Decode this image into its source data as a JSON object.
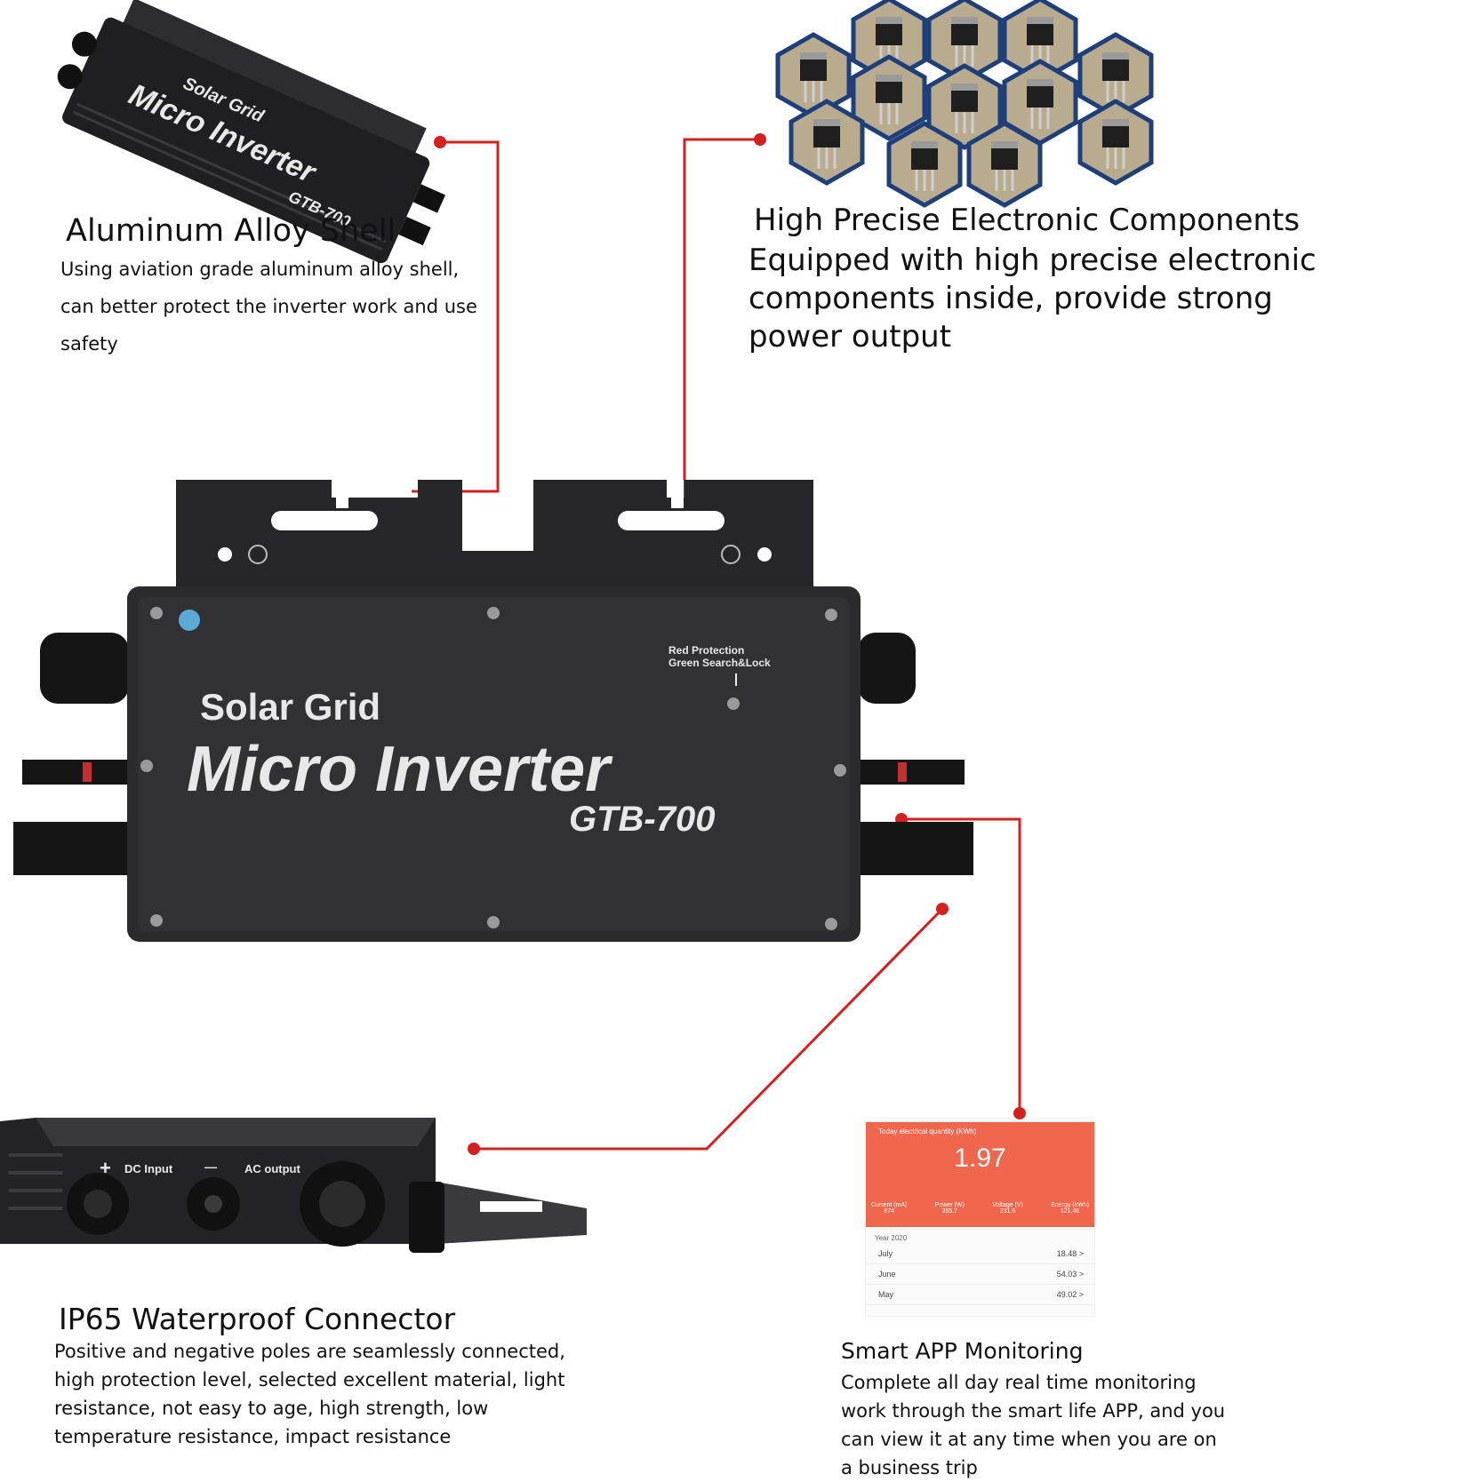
{
  "features": {
    "aluminum": {
      "title": "Aluminum Alloy Shell",
      "description": "Using aviation grade aluminum alloy shell, can better protect the inverter work and use safety"
    },
    "components": {
      "title": "High Precise Electronic Components",
      "description": "Equipped with high precise electronic components inside, provide strong power output"
    },
    "waterproof": {
      "title": "IP65 Waterproof Connector",
      "description": "Positive and negative poles are seamlessly connected, high protection level, selected excellent material, light resistance, not easy to age, high strength, low temperature resistance, impact resistance"
    },
    "app": {
      "title": "Smart APP Monitoring",
      "description": "Complete all day real time monitoring work through the smart life APP, and you can view it at any time when you are on a business trip"
    }
  },
  "device": {
    "brand": "Solar Grid",
    "product": "Micro Inverter",
    "model": "GTB-700",
    "indicator_line1": "Red Protection",
    "indicator_line2": "Green Search&Lock",
    "dc_label": "DC Input",
    "ac_label": "AC output",
    "plus": "+",
    "minus": "—"
  },
  "app_screen": {
    "header": "Today electrical quantity (KWh)",
    "value": "1.97",
    "stats": [
      {
        "label": "Current (mA)",
        "value": "874"
      },
      {
        "label": "Power (W)",
        "value": "355.7"
      },
      {
        "label": "Voltage (V)",
        "value": "231.6"
      },
      {
        "label": "Energy (kWh)",
        "value": "121.46"
      }
    ],
    "year": "Year 2020",
    "rows": [
      {
        "month": "July",
        "value": "18.48 >"
      },
      {
        "month": "June",
        "value": "54.03 >"
      },
      {
        "month": "May",
        "value": "49.02 >"
      }
    ]
  },
  "colors": {
    "callout": "#d62020",
    "device": "#2b2b2d",
    "app_accent": "#f1674d"
  }
}
